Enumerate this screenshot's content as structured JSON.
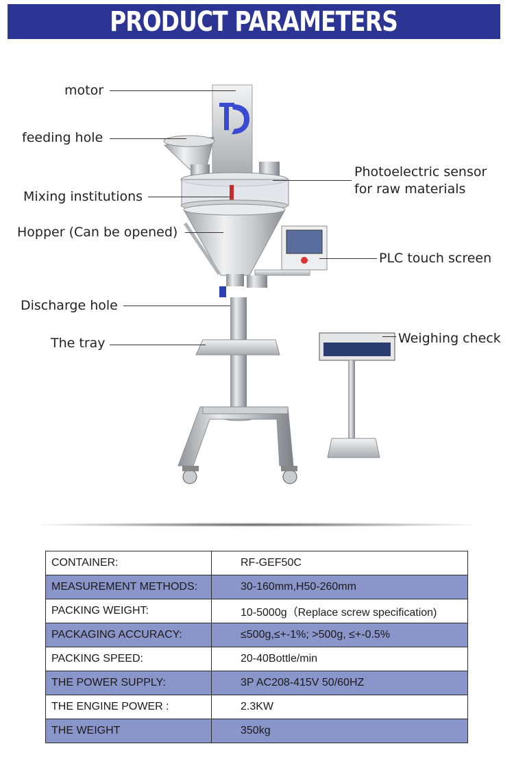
{
  "header": {
    "title": "PRODUCT PARAMETERS"
  },
  "diagram": {
    "labels": {
      "motor": "motor",
      "feeding_hole": "feeding hole",
      "mixing": "Mixing institutions",
      "hopper": "Hopper (Can be opened)",
      "discharge": "Discharge hole",
      "tray": "The tray",
      "sensor_line1": "Photoelectric sensor",
      "sensor_line2": "for raw materials",
      "plc": "PLC touch screen",
      "weighing": "Weighing check"
    },
    "logo_text": "TD"
  },
  "specs": {
    "rows": [
      {
        "key": "CONTAINER:",
        "value": "RF-GEF50C"
      },
      {
        "key": "MEASUREMENT METHODS:",
        "value": "30-160mm,H50-260mm"
      },
      {
        "key": "PACKING WEIGHT:",
        "value": "10-5000g（Replace screw specification)"
      },
      {
        "key": "PACKAGING ACCURACY:",
        "value": "≤500g,≤+-1%;   >500g, ≤+-0.5%"
      },
      {
        "key": "PACKING SPEED:",
        "value": "20-40Bottle/min"
      },
      {
        "key": "THE POWER SUPPLY:",
        "value": "3P AC208-415V  50/60HZ"
      },
      {
        "key": "THE ENGINE POWER :",
        "value": "2.3KW"
      },
      {
        "key": "THE WEIGHT",
        "value": "350kg"
      }
    ]
  },
  "colors": {
    "banner": "#2d3594",
    "row_shade": "#8a95c9",
    "logo": "#3a4bd0"
  }
}
